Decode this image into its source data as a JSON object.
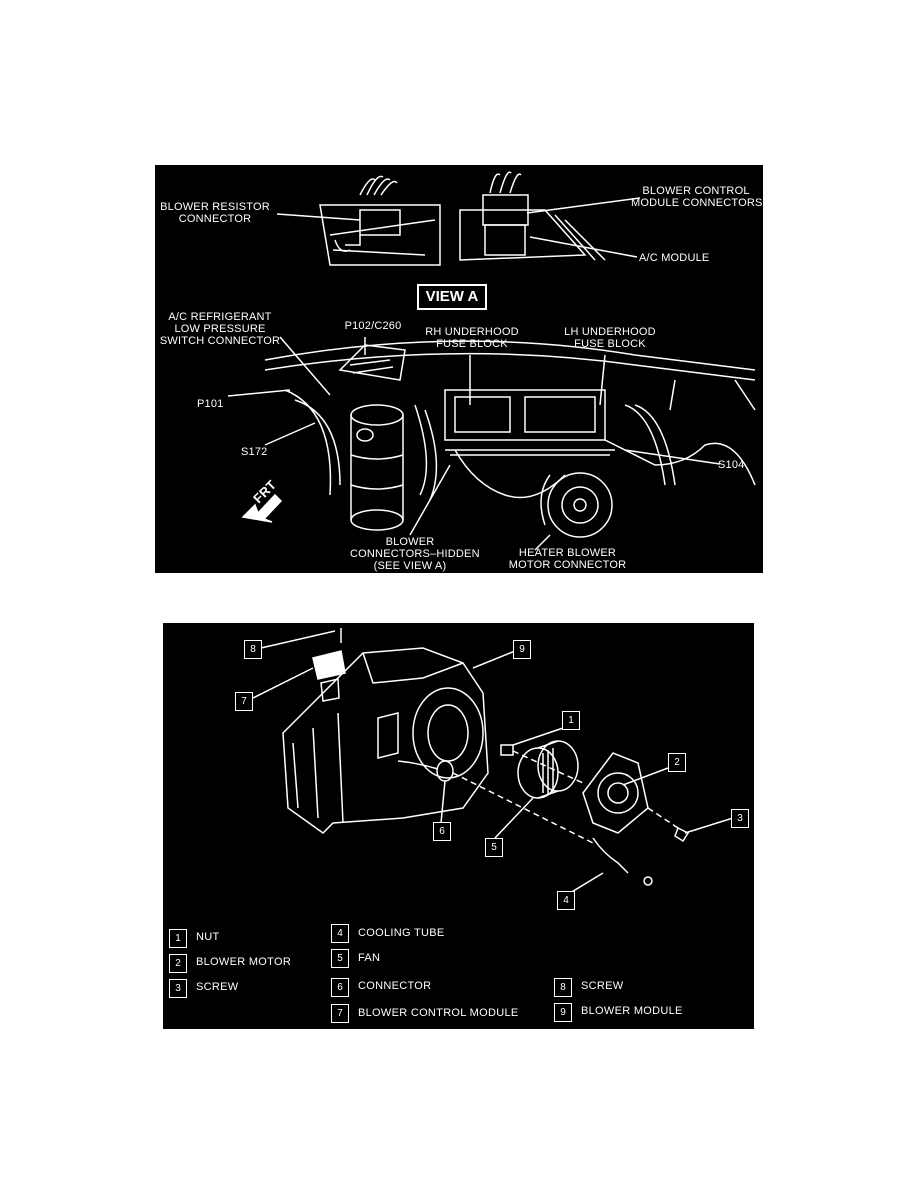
{
  "top_diagram": {
    "view_label": "VIEW A",
    "labels": {
      "blower_resistor": "BLOWER RESISTOR\nCONNECTOR",
      "blower_control": "BLOWER CONTROL\nMODULE CONNECTORS",
      "ac_module": "A/C MODULE",
      "ac_refrigerant": "A/C REFRIGERANT\nLOW PRESSURE\nSWITCH CONNECTOR",
      "p102": "P102/C260",
      "rh_fuse": "RH UNDERHOOD\nFUSE BLOCK",
      "lh_fuse": "LH UNDERHOOD\nFUSE BLOCK",
      "p101": "P101",
      "s172": "S172",
      "s104": "S104",
      "frt": "FRT",
      "blower_hidden": "BLOWER\nCONNECTORS–HIDDEN\n(SEE VIEW A)",
      "heater_blower": "HEATER BLOWER\nMOTOR CONNECTOR"
    }
  },
  "bottom_diagram": {
    "callouts": [
      "8",
      "7",
      "9",
      "1",
      "2",
      "3",
      "6",
      "5",
      "4"
    ],
    "legend": [
      {
        "num": "1",
        "label": "NUT"
      },
      {
        "num": "2",
        "label": "BLOWER MOTOR"
      },
      {
        "num": "3",
        "label": "SCREW"
      },
      {
        "num": "4",
        "label": "COOLING TUBE"
      },
      {
        "num": "5",
        "label": "FAN"
      },
      {
        "num": "6",
        "label": "CONNECTOR"
      },
      {
        "num": "7",
        "label": "BLOWER CONTROL MODULE"
      },
      {
        "num": "8",
        "label": "SCREW"
      },
      {
        "num": "9",
        "label": "BLOWER MODULE"
      }
    ]
  }
}
